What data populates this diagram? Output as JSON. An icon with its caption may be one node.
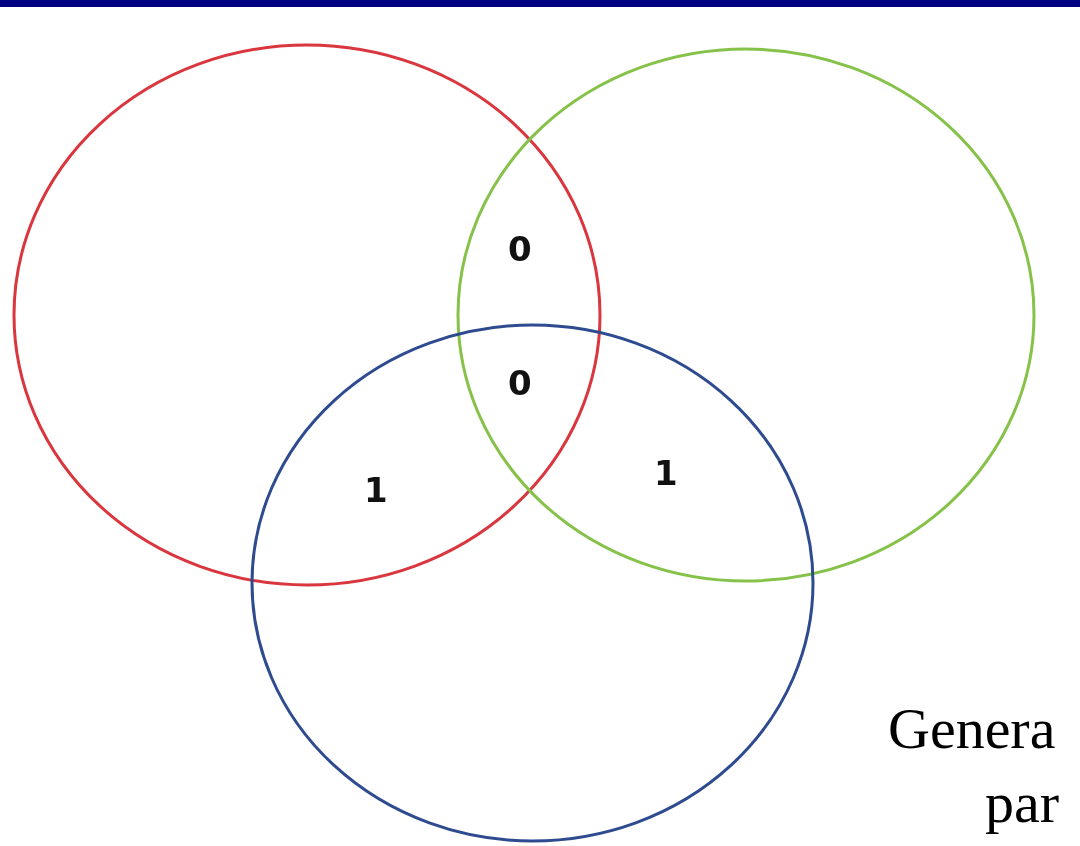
{
  "diagram": {
    "nodes": [
      {
        "text": [],
        "shape": "circle"
      },
      {
        "text": [],
        "shape": "circle"
      },
      {
        "text": [],
        "shape": "circle"
      }
    ],
    "labels": [
      "0",
      "0",
      "1",
      "1",
      "Genera",
      "par"
    ]
  }
}
